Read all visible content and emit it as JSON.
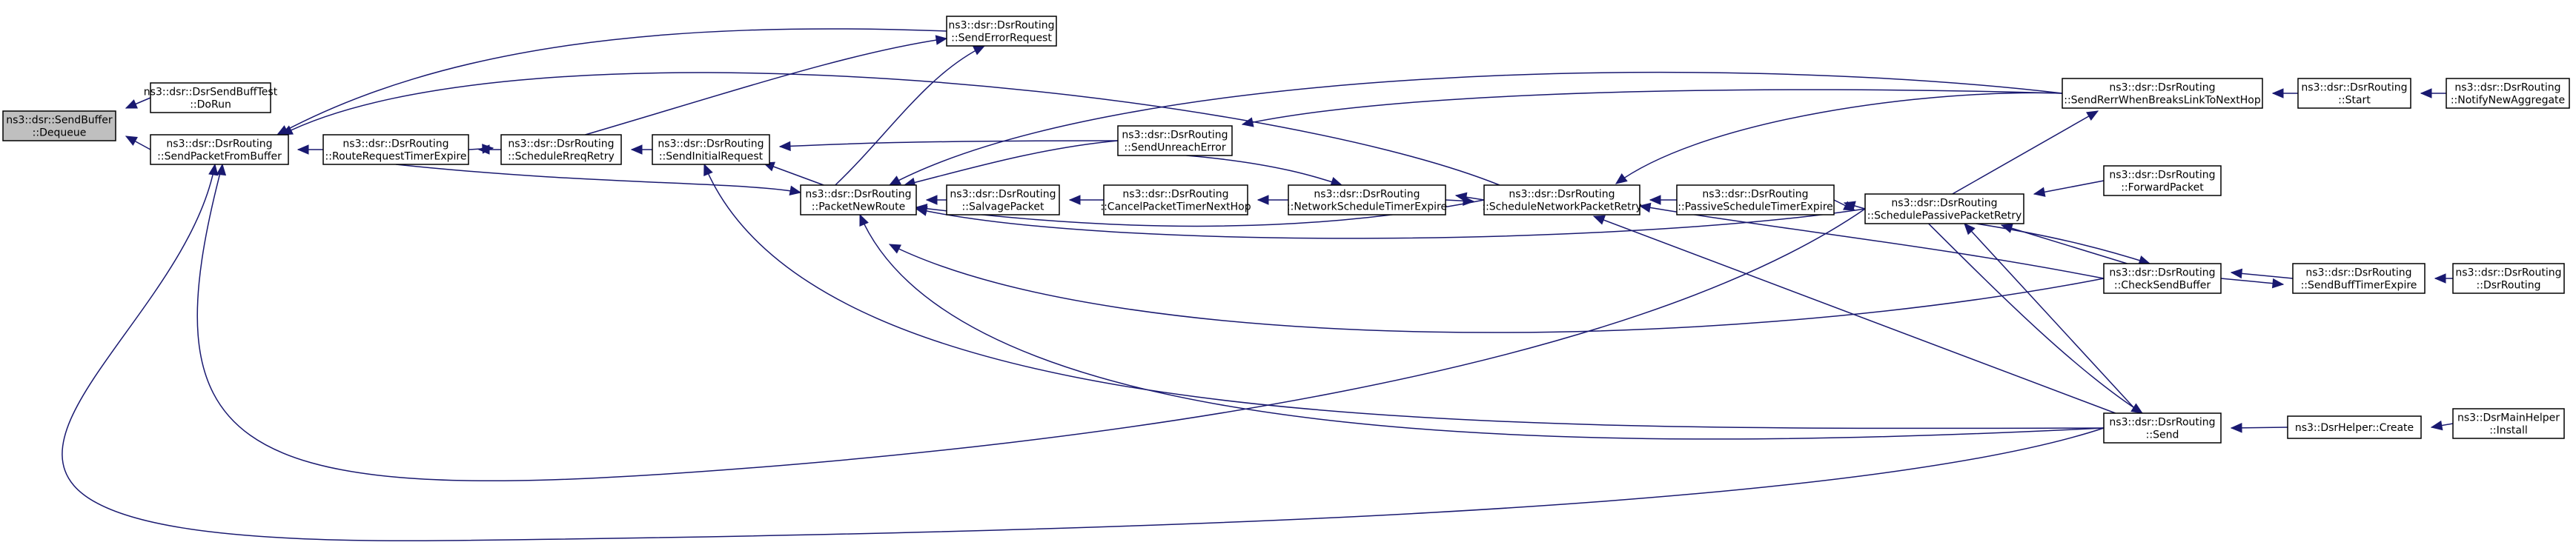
{
  "diagram": {
    "type": "call-graph",
    "colors": {
      "edge": "#191970",
      "root_fill": "#bfbfbf",
      "node_fill": "#ffffff",
      "border": "#000000"
    },
    "nodes": [
      {
        "id": "dequeue",
        "lines": [
          "ns3::dsr::SendBuffer",
          "::Dequeue"
        ],
        "root": true
      },
      {
        "id": "sbt_dorun",
        "lines": [
          "ns3::dsr::DsrSendBuffTest",
          "::DoRun"
        ]
      },
      {
        "id": "spfb",
        "lines": [
          "ns3::dsr::DsrRouting",
          "::SendPacketFromBuffer"
        ]
      },
      {
        "id": "rrte",
        "lines": [
          "ns3::dsr::DsrRouting",
          "::RouteRequestTimerExpire"
        ]
      },
      {
        "id": "srr",
        "lines": [
          "ns3::dsr::DsrRouting",
          "::ScheduleRreqRetry"
        ]
      },
      {
        "id": "sir",
        "lines": [
          "ns3::dsr::DsrRouting",
          "::SendInitialRequest"
        ]
      },
      {
        "id": "pnr",
        "lines": [
          "ns3::dsr::DsrRouting",
          "::PacketNewRoute"
        ]
      },
      {
        "id": "ser",
        "lines": [
          "ns3::dsr::DsrRouting",
          "::SendErrorRequest"
        ]
      },
      {
        "id": "sue",
        "lines": [
          "ns3::dsr::DsrRouting",
          "::SendUnreachError"
        ]
      },
      {
        "id": "salv",
        "lines": [
          "ns3::dsr::DsrRouting",
          "::SalvagePacket"
        ]
      },
      {
        "id": "cptnh",
        "lines": [
          "ns3::dsr::DsrRouting",
          "::CancelPacketTimerNextHop"
        ]
      },
      {
        "id": "nste",
        "lines": [
          "ns3::dsr::DsrRouting",
          "::NetworkScheduleTimerExpire"
        ]
      },
      {
        "id": "snpr",
        "lines": [
          "ns3::dsr::DsrRouting",
          "::ScheduleNetworkPacketRetry"
        ]
      },
      {
        "id": "pste",
        "lines": [
          "ns3::dsr::DsrRouting",
          "::PassiveScheduleTimerExpire"
        ]
      },
      {
        "id": "sppr",
        "lines": [
          "ns3::dsr::DsrRouting",
          "::SchedulePassivePacketRetry"
        ]
      },
      {
        "id": "srwb",
        "lines": [
          "ns3::dsr::DsrRouting",
          "::SendRerrWhenBreaksLinkToNextHop"
        ]
      },
      {
        "id": "start",
        "lines": [
          "ns3::dsr::DsrRouting",
          "::Start"
        ]
      },
      {
        "id": "nna",
        "lines": [
          "ns3::dsr::DsrRouting",
          "::NotifyNewAggregate"
        ]
      },
      {
        "id": "fwd",
        "lines": [
          "ns3::dsr::DsrRouting",
          "::ForwardPacket"
        ]
      },
      {
        "id": "csb",
        "lines": [
          "ns3::dsr::DsrRouting",
          "::CheckSendBuffer"
        ]
      },
      {
        "id": "sbte",
        "lines": [
          "ns3::dsr::DsrRouting",
          "::SendBuffTimerExpire"
        ]
      },
      {
        "id": "ctor",
        "lines": [
          "ns3::dsr::DsrRouting",
          "::DsrRouting"
        ]
      },
      {
        "id": "send",
        "lines": [
          "ns3::dsr::DsrRouting",
          "::Send"
        ]
      },
      {
        "id": "create",
        "lines": [
          "ns3::DsrHelper::Create"
        ]
      },
      {
        "id": "install",
        "lines": [
          "ns3::DsrMainHelper",
          "::Install"
        ]
      }
    ]
  }
}
